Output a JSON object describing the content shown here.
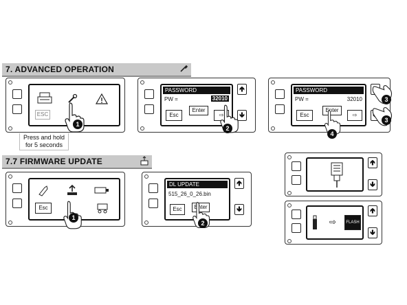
{
  "section1": {
    "title": "7. ADVANCED OPERATION",
    "step1": {
      "esc": "ESC",
      "caption": "Press and hold\nfor 5 seconds",
      "badge": "1"
    },
    "step2": {
      "bar": "PASSWORD",
      "pw_label": "PW =",
      "pw_value": "32010",
      "esc": "Esc",
      "enter": "Enter",
      "badge": "2"
    },
    "step3": {
      "bar": "PASSWORD",
      "pw_label": "PW =",
      "pw_value": "32010",
      "esc": "Esc",
      "enter": "Enter",
      "badges": [
        "3",
        "3",
        "4"
      ]
    }
  },
  "section2": {
    "title": "7.7 FIRMWARE UPDATE",
    "step1": {
      "esc": "Esc",
      "badge": "1"
    },
    "step2": {
      "bar": "DL UPDATE",
      "file": "515_26_0_26.bin",
      "esc": "Esc",
      "enter": "Enter",
      "badge": "2"
    },
    "flash_panel": {
      "flash": "FLASH"
    }
  },
  "icons": {
    "header1": "wrench-icon",
    "header2": "usb-drive-icon"
  }
}
